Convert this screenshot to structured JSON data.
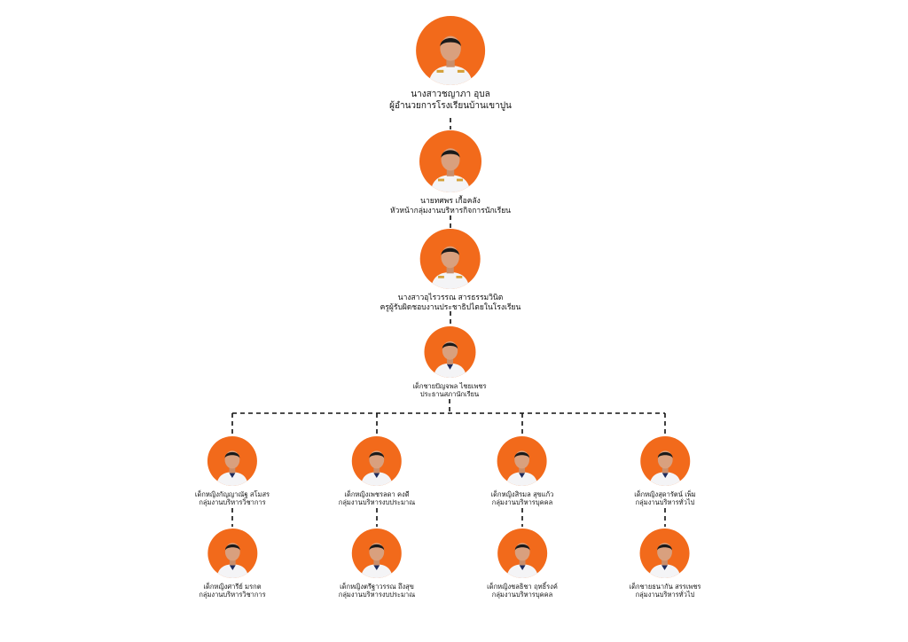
{
  "colors": {
    "accent": "#f26a1b",
    "line": "#111111"
  },
  "chart": {
    "levels": [
      {
        "name": "นางสาวชญาภา   อุบล",
        "role": "ผู้อำนวยการโรงเรียนบ้านเขาปูน",
        "avatar": "portrait-icon",
        "attire": "white-uniform"
      },
      {
        "name": "นายทศพร  เกื้อคลัง",
        "role": "หัวหน้ากลุ่มงานบริหารกิจการนักเรียน",
        "avatar": "portrait-icon",
        "attire": "white-uniform"
      },
      {
        "name": "นางสาวอุไรวรรณ   สารธรรมวินิต",
        "role": "ครูผู้รับผิดชอบงานประชาธิปไตยในโรงเรียน",
        "avatar": "portrait-icon",
        "attire": "white-uniform"
      },
      {
        "name": "เด็กชายปัญจพล ไชยเพชร",
        "role": "ประธานสภานักเรียน",
        "avatar": "portrait-icon",
        "attire": "student"
      }
    ],
    "branches": [
      [
        {
          "name": "เด็กหญิงกัญญาณัฐ   สโมสร",
          "role": "กลุ่มงานบริหารวิชาการ"
        },
        {
          "name": "เด็กหญิงศารีย์   มรกต",
          "role": "กลุ่มงานบริหารวิชาการ"
        }
      ],
      [
        {
          "name": "เด็กหญิงเพชรลดา   คงดี",
          "role": "กลุ่มงานบริหารงบประมาณ"
        },
        {
          "name": "เด็กหญิงตรีฐาวรรณ   ถึงสุข",
          "role": "กลุ่มงานบริหารงบประมาณ"
        }
      ],
      [
        {
          "name": "เด็กหญิงสิรมล   สุขแก้ว",
          "role": "กลุ่มงานบริหารบุคคล"
        },
        {
          "name": "เด็กหญิงชลธิชา   ฤทธิ์รงค์",
          "role": "กลุ่มงานบริหารบุคคล"
        }
      ],
      [
        {
          "name": "เด็กหญิงสุดารัตน์   เพ็ม",
          "role": "กลุ่มงานบริหารทั่วไป"
        },
        {
          "name": "เด็กชายธนากัน   สรรเพชร",
          "role": "กลุ่มงานบริหารทั่วไป"
        }
      ]
    ]
  }
}
